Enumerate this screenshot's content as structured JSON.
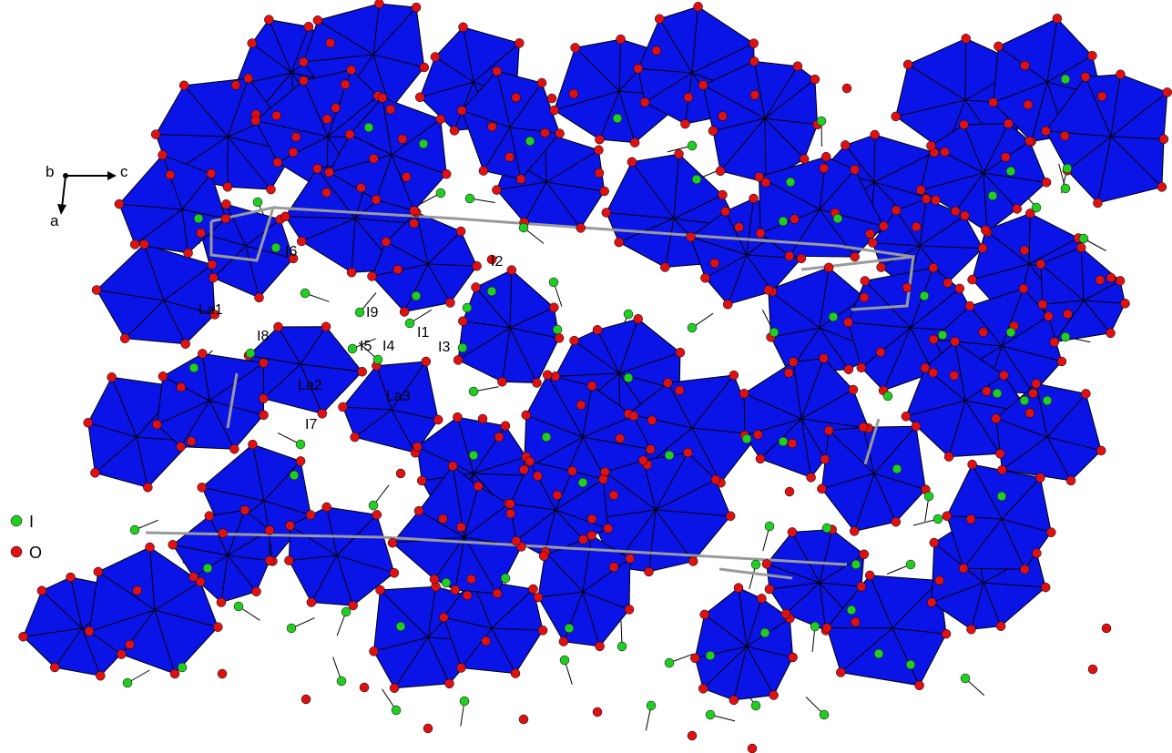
{
  "axes": {
    "b": "b",
    "c": "c",
    "a": "a"
  },
  "labels": {
    "I6": "I6",
    "La1": "La1",
    "I9": "I9",
    "I2": "I2",
    "I8": "I8",
    "I5": "I5",
    "I4": "I4",
    "I1": "I1",
    "I3": "I3",
    "La2": "La2",
    "La3": "La3",
    "I7": "I7"
  },
  "legend": {
    "iodine": {
      "label": "I",
      "color": "#22cc22"
    },
    "oxygen": {
      "label": "O",
      "color": "#dd1111"
    }
  },
  "colors": {
    "polyhedra": "#0a14e6",
    "edges": "#000000",
    "cell": "#999999",
    "iodine": "#22cc22",
    "oxygen": "#dd1111"
  }
}
